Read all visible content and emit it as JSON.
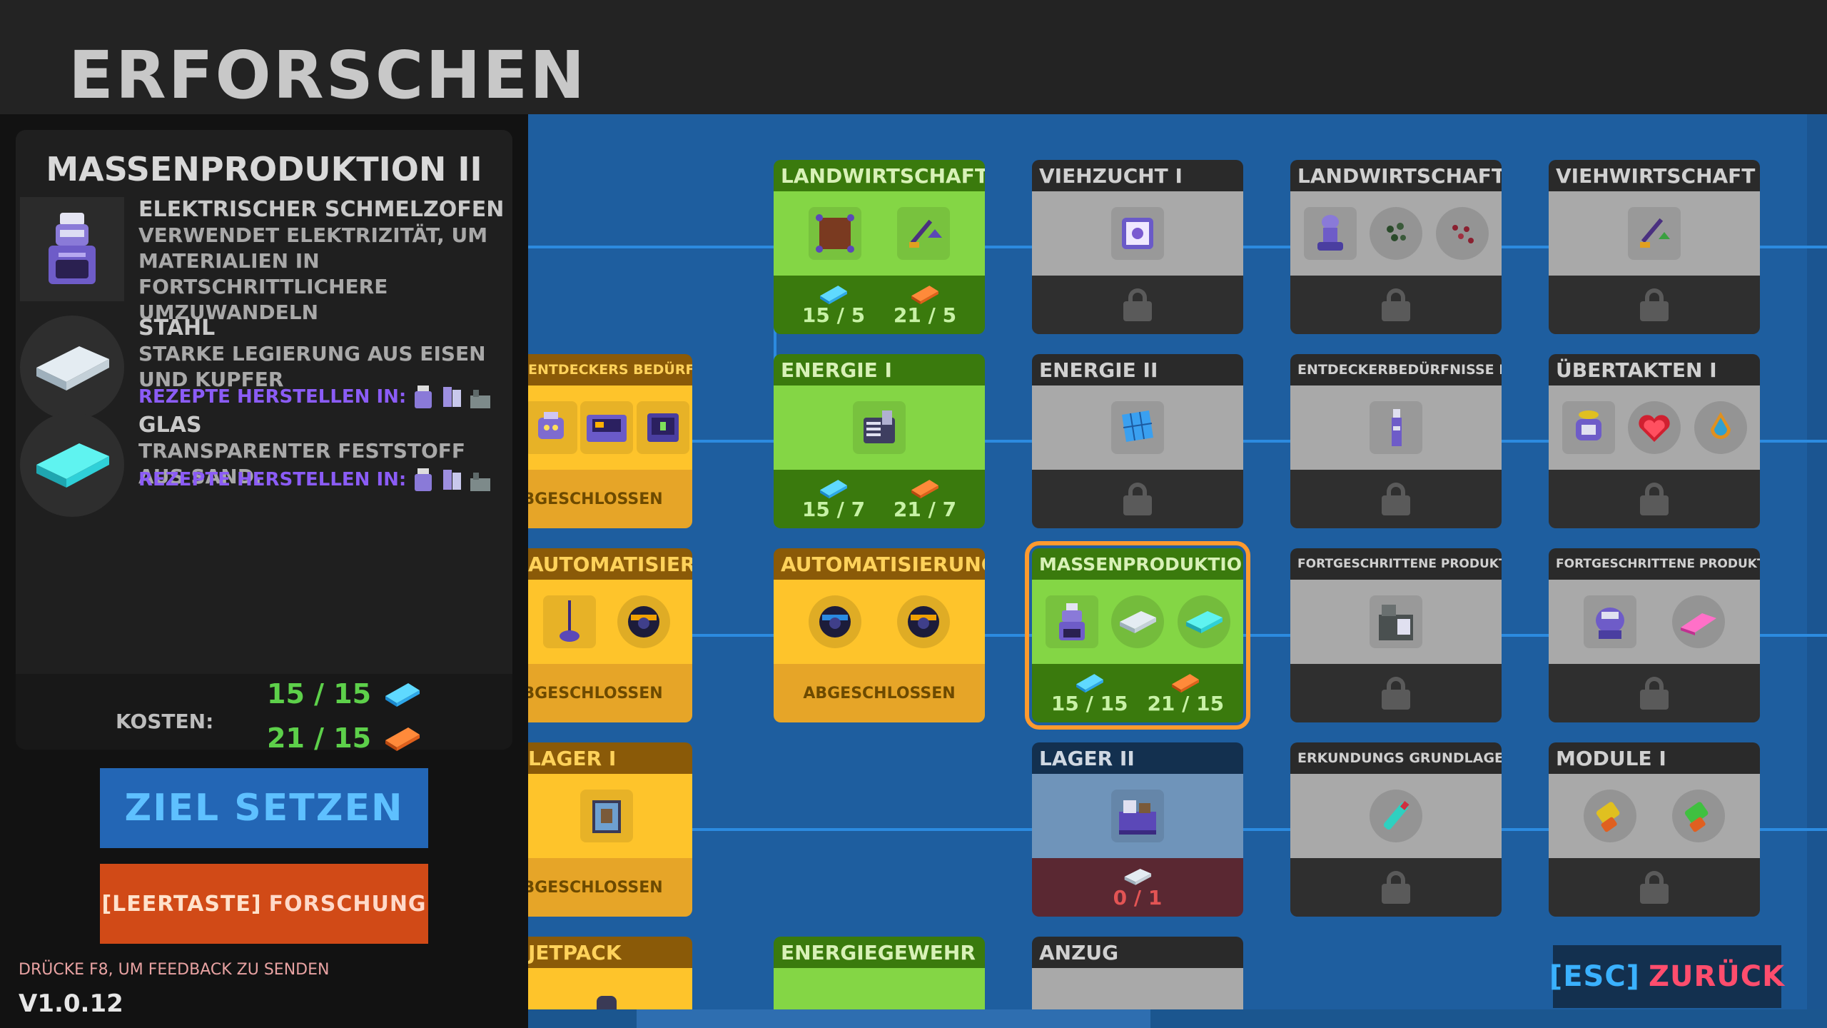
{
  "page_title": "ERFORSCHEN",
  "detail": {
    "title": "MASSENPRODUKTION II",
    "items": [
      {
        "name": "ELEKTRISCHER SCHMELZOFEN",
        "desc": "VERWENDET ELEKTRIZITÄT, UM MATERIALIEN IN FORTSCHRITTLICHERE UMZUWANDELN",
        "icon": "furnace-icon"
      },
      {
        "name": "STAHL",
        "desc": "STARKE LEGIERUNG AUS EISEN UND KUPFER",
        "recipe_label": "REZEPTE HERSTELLEN IN:",
        "icon": "steel-bar-icon"
      },
      {
        "name": "GLAS",
        "desc": "TRANSPARENTER FESTSTOFF AUS SAND.",
        "recipe_label": "REZEPTE HERSTELLEN IN:",
        "icon": "glass-icon"
      }
    ],
    "cost_label": "KOSTEN:",
    "costs": [
      {
        "value": "15 / 15",
        "icon": "blue-bar-icon"
      },
      {
        "value": "21 / 15",
        "icon": "orange-bar-icon"
      }
    ]
  },
  "buttons": {
    "set_goal": "ZIEL SETZEN",
    "research_key": "[LEERTASTE]",
    "research": "FORSCHUNG",
    "back_key": "[ESC]",
    "back": "ZURÜCK"
  },
  "feedback": "DRÜCKE F8, UM FEEDBACK ZU SENDEN",
  "version": "V1.0.12",
  "nodes": {
    "entdeckers": {
      "title": "ENTDECKERS BEDÜRFNISSE I",
      "status": "ABGESCHLOSSEN"
    },
    "automatisierung1": {
      "title": "AUTOMATISIERUNG I",
      "status": "ABGESCHLOSSEN"
    },
    "lager1": {
      "title": "LAGER I",
      "status": "ABGESCHLOSSEN"
    },
    "jetpack": {
      "title": "JETPACK"
    },
    "landwirtschaft1": {
      "title": "LANDWIRTSCHAFT I",
      "cost1": "15 / 5",
      "cost2": "21 / 5"
    },
    "energie1": {
      "title": "ENERGIE I",
      "cost1": "15 / 7",
      "cost2": "21 / 7"
    },
    "automatisierung2": {
      "title": "AUTOMATISIERUNG II",
      "status": "ABGESCHLOSSEN"
    },
    "energiegewehr": {
      "title": "ENERGIEGEWEHR"
    },
    "viehzucht1": {
      "title": "VIEHZUCHT I"
    },
    "energie2": {
      "title": "ENERGIE II"
    },
    "massenproduktion2": {
      "title": "MASSENPRODUKTION II",
      "cost1": "15 / 15",
      "cost2": "21 / 15"
    },
    "lager2": {
      "title": "LAGER II",
      "cost1": "0 / 1"
    },
    "anzug": {
      "title": "ANZUG"
    },
    "landwirtschaft2": {
      "title": "LANDWIRTSCHAFT II"
    },
    "entdecker3": {
      "title": "ENTDECKERBEDÜRFNISSE III"
    },
    "fortgeschritten1": {
      "title": "FORTGESCHRITTENE PRODUKTION I"
    },
    "erkundung2": {
      "title": "ERKUNDUNGS GRUNDLAGEN II"
    },
    "viehwirtschaft2": {
      "title": "VIEHWIRTSCHAFT II"
    },
    "uebertakten1": {
      "title": "ÜBERTAKTEN I"
    },
    "fortgeschritten2": {
      "title": "FORTGESCHRITTENE PRODUKTION II"
    },
    "module1": {
      "title": "MODULE I"
    }
  },
  "colors": {
    "accent_orange": "#ff9a2e",
    "done": "#fec42b",
    "available": "#84d645",
    "locked": "#a9a9a9",
    "tree_bg": "#1e5e9f"
  }
}
